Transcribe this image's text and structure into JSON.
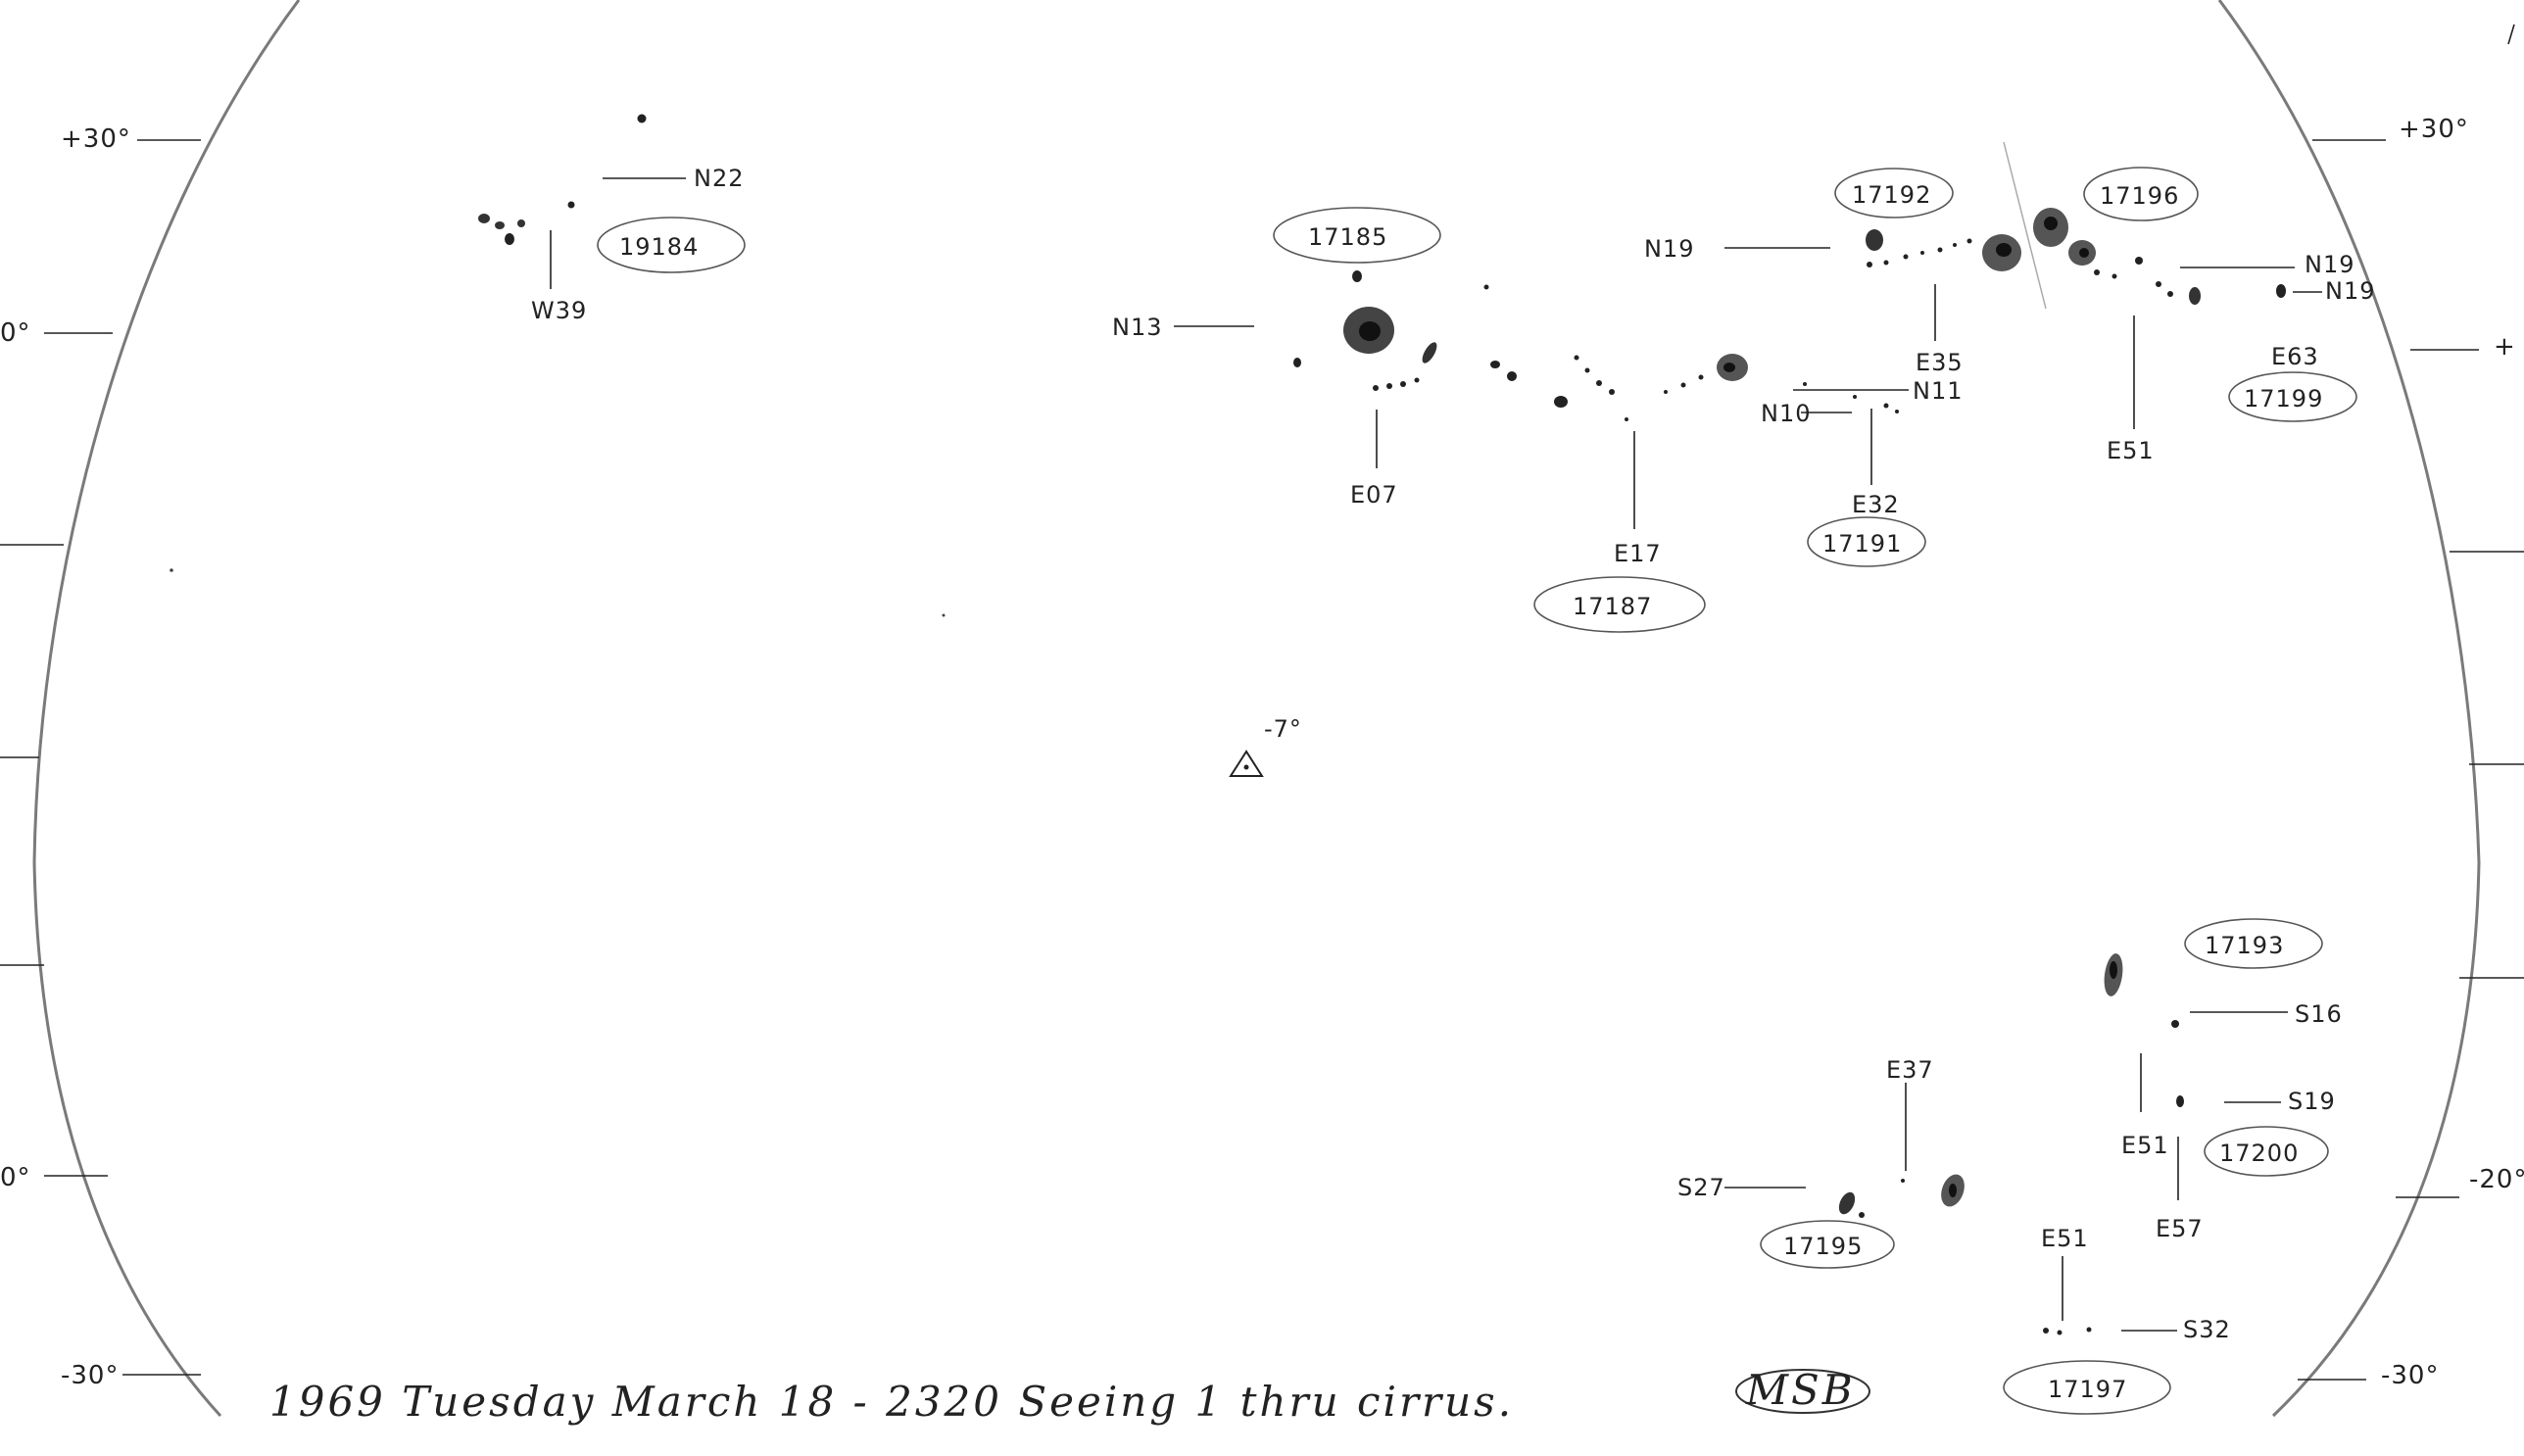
{
  "scale": {
    "left": [
      "+30°",
      "0°",
      "0°",
      "-30°"
    ],
    "right": [
      "+30°",
      "+",
      "-20°",
      "-30°"
    ]
  },
  "labels": {
    "n22": "N22",
    "w39": "W39",
    "g19184": "19184",
    "n13": "N13",
    "e07": "E07",
    "g17185": "17185",
    "e17": "E17",
    "g17187": "17187",
    "n10": "N10",
    "n11": "N11",
    "e32": "E32",
    "g17191": "17191",
    "n19a": "N19",
    "g17192": "17192",
    "e35": "E35",
    "g17196": "17196",
    "n19b": "N19",
    "n19c": "N19",
    "e51a": "E51",
    "e63": "E63",
    "g17199": "17199",
    "pole": "-7°",
    "g17193": "17193",
    "s16": "S16",
    "s19": "S19",
    "e51b": "E51",
    "g17200": "17200",
    "e57": "E57",
    "e37": "E37",
    "s27": "S27",
    "g17195": "17195",
    "e51c": "E51",
    "s32": "S32",
    "g17197": "17197"
  },
  "caption": {
    "text": "1969 Tuesday March 18 - 2320   Seeing 1 thru cirrus.",
    "initials": "MSB"
  }
}
